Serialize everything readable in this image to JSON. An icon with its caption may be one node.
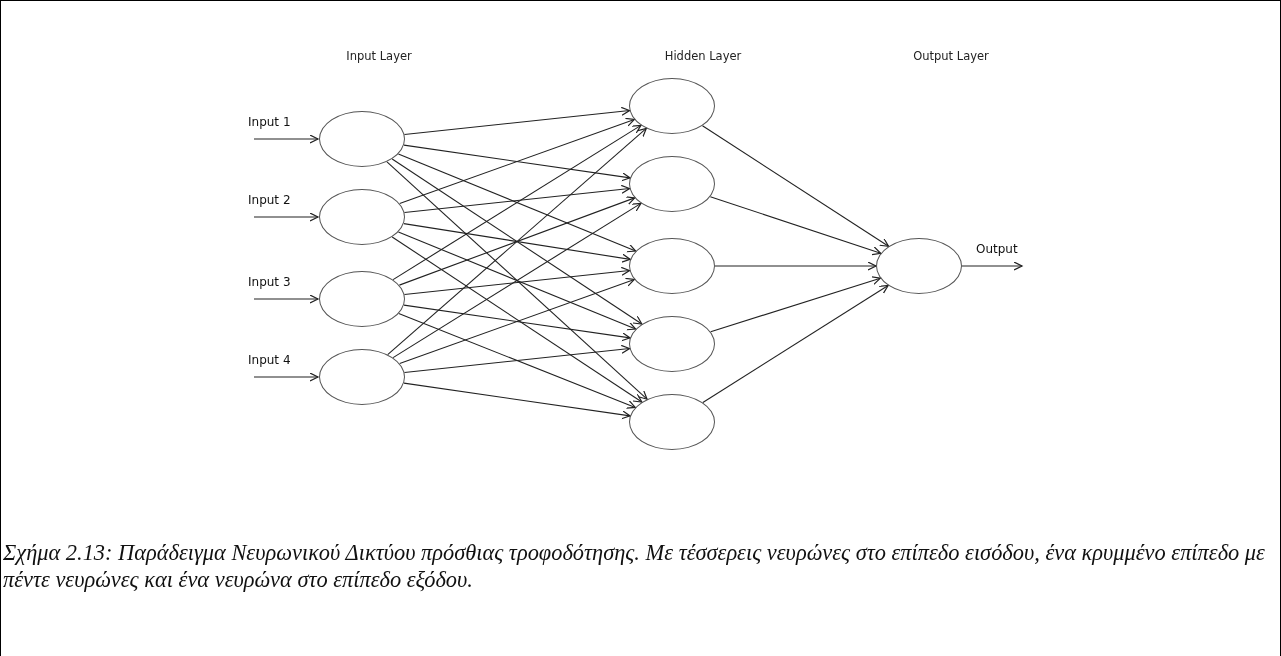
{
  "diagram": {
    "caption": "Σχήμα 2.13: Παράδειγμα Νευρωνικού Δικτύου πρόσθιας τροφοδότησης. Με τέσσερεις νευρώνες στο επίπεδο εισόδου, ένα κρυμμένο επίπεδο με πέντε νευρώνες και ένα νευρώνα στο επίπεδο εξόδου.",
    "nodes": [
      {
        "text": [],
        "shape": "circle"
      },
      {
        "text": [],
        "shape": "circle"
      },
      {
        "text": [],
        "shape": "circle"
      },
      {
        "text": [],
        "shape": "circle"
      },
      {
        "text": [],
        "shape": "circle"
      },
      {
        "text": [],
        "shape": "circle"
      },
      {
        "text": [],
        "shape": "circle"
      },
      {
        "text": [],
        "shape": "circle"
      },
      {
        "text": [],
        "shape": "circle"
      },
      {
        "text": [],
        "shape": "circle"
      }
    ],
    "edges": [
      {
        "from": null,
        "to": 0,
        "arrow": "to",
        "label": "Input 1"
      },
      {
        "from": null,
        "to": 1,
        "arrow": "to",
        "label": "Input 2"
      },
      {
        "from": null,
        "to": 2,
        "arrow": "to",
        "label": "Input 3"
      },
      {
        "from": null,
        "to": 3,
        "arrow": "to",
        "label": "Input 4"
      },
      {
        "from": 0,
        "to": 4,
        "arrow": "to"
      },
      {
        "from": 0,
        "to": 5,
        "arrow": "to"
      },
      {
        "from": 0,
        "to": 6,
        "arrow": "to"
      },
      {
        "from": 0,
        "to": 7,
        "arrow": "to"
      },
      {
        "from": 0,
        "to": 8,
        "arrow": "to"
      },
      {
        "from": 1,
        "to": 4,
        "arrow": "to"
      },
      {
        "from": 1,
        "to": 5,
        "arrow": "to"
      },
      {
        "from": 1,
        "to": 6,
        "arrow": "to"
      },
      {
        "from": 1,
        "to": 7,
        "arrow": "to"
      },
      {
        "from": 1,
        "to": 8,
        "arrow": "to"
      },
      {
        "from": 2,
        "to": 4,
        "arrow": "to"
      },
      {
        "from": 2,
        "to": 5,
        "arrow": "to"
      },
      {
        "from": 2,
        "to": 6,
        "arrow": "to"
      },
      {
        "from": 2,
        "to": 7,
        "arrow": "to"
      },
      {
        "from": 2,
        "to": 8,
        "arrow": "to"
      },
      {
        "from": 3,
        "to": 4,
        "arrow": "to"
      },
      {
        "from": 3,
        "to": 5,
        "arrow": "to"
      },
      {
        "from": 3,
        "to": 6,
        "arrow": "to"
      },
      {
        "from": 3,
        "to": 7,
        "arrow": "to"
      },
      {
        "from": 3,
        "to": 8,
        "arrow": "to"
      },
      {
        "from": 4,
        "to": 9,
        "arrow": "to"
      },
      {
        "from": 5,
        "to": 9,
        "arrow": "to"
      },
      {
        "from": 6,
        "to": 9,
        "arrow": "to"
      },
      {
        "from": 7,
        "to": 9,
        "arrow": "to"
      },
      {
        "from": 8,
        "to": 9,
        "arrow": "to"
      },
      {
        "from": 9,
        "to": null,
        "arrow": "to",
        "label": "Output"
      }
    ],
    "labels": [
      "Input Layer",
      "Hidden Layer",
      "Output Layer"
    ]
  }
}
